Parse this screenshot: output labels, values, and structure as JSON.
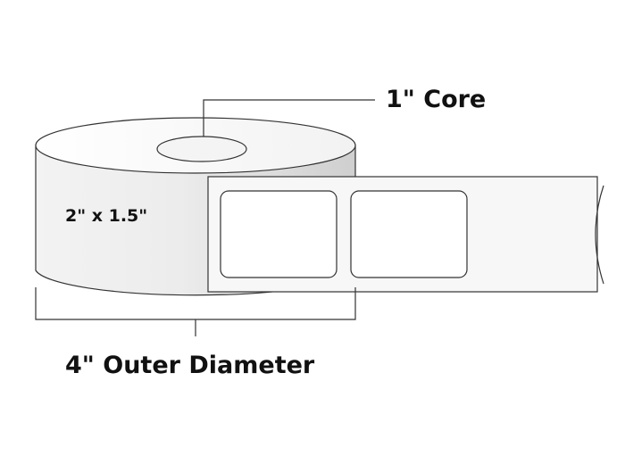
{
  "labels": {
    "core": "1\" Core",
    "label_size": "2\" x 1.5\"",
    "outer_diameter": "4\" Outer Diameter"
  },
  "colors": {
    "stroke": "#333333",
    "label_face": "#ffffff",
    "text": "#111111"
  }
}
